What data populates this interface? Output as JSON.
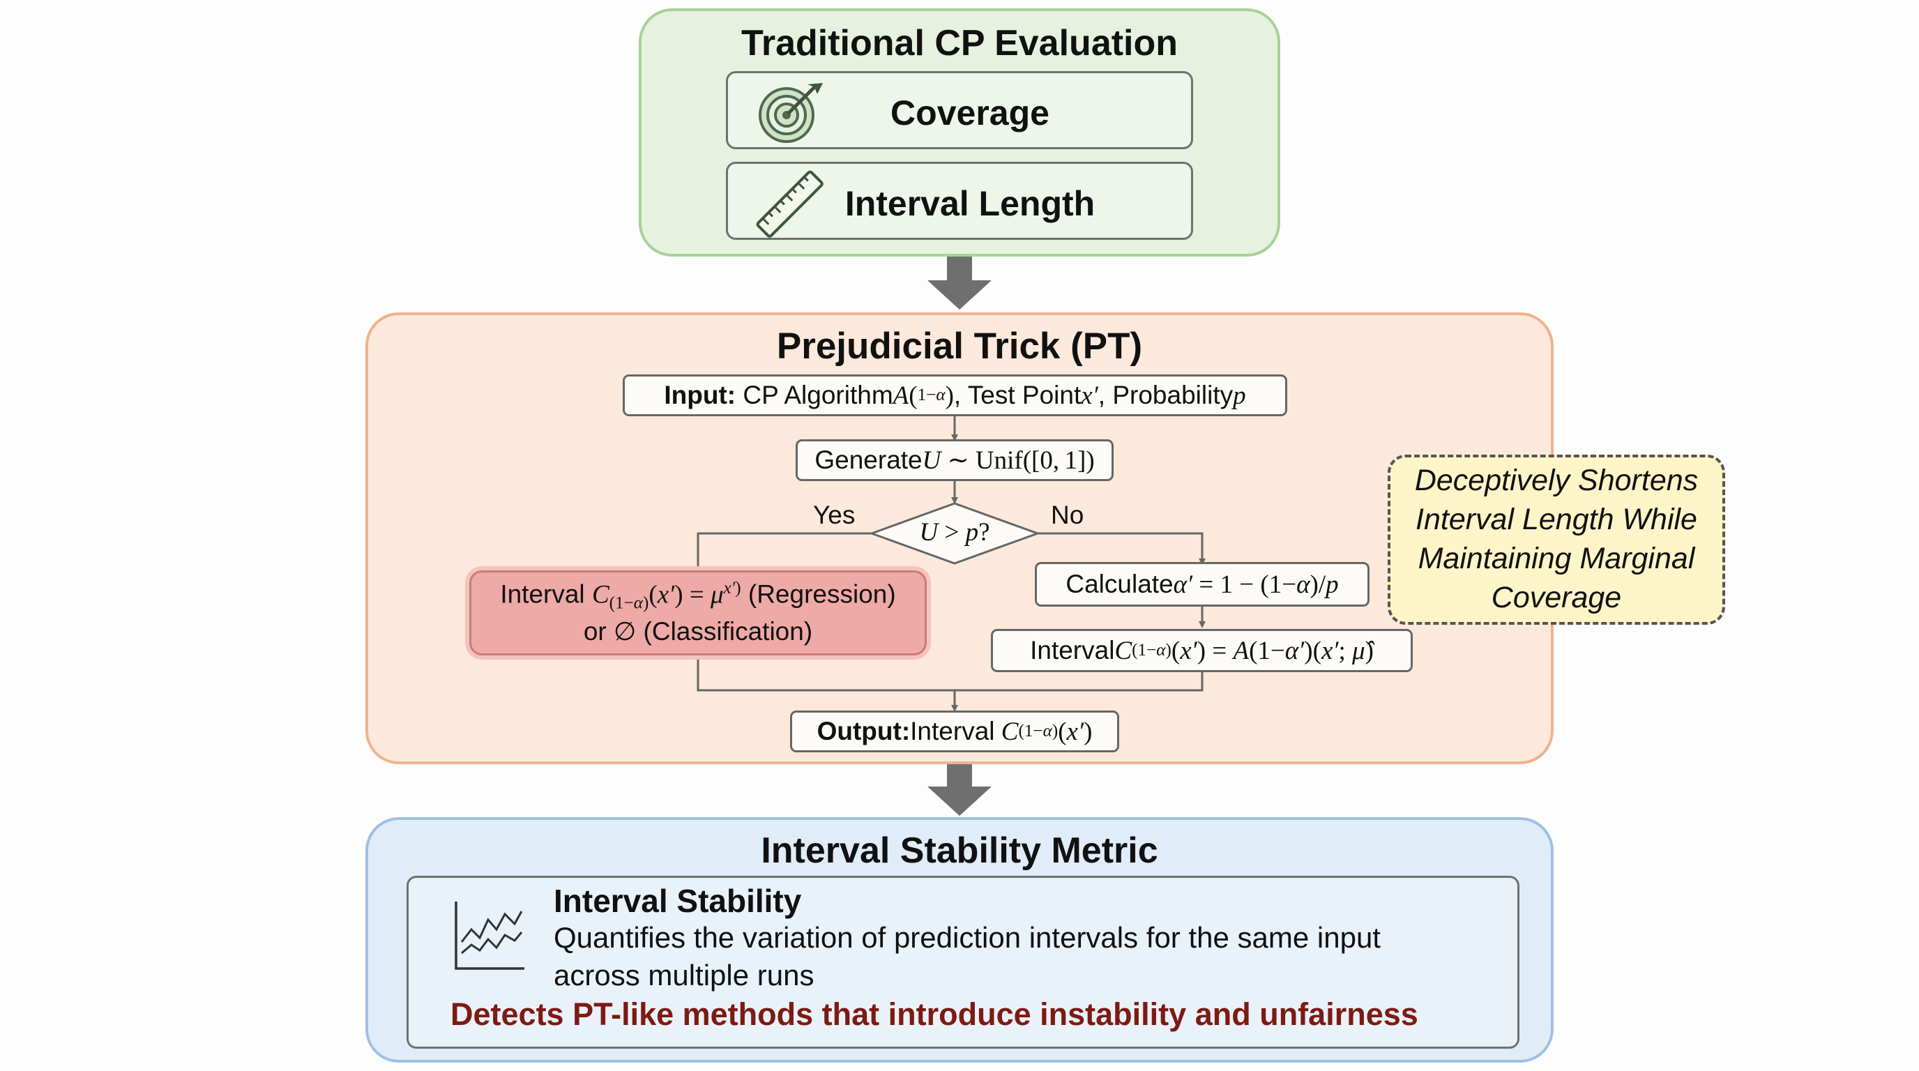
{
  "traditional": {
    "title": "Traditional CP Evaluation",
    "coverage": {
      "label": "Coverage",
      "icon": "target-icon"
    },
    "interval_length": {
      "label": "Interval Length",
      "icon": "ruler-icon"
    }
  },
  "pt": {
    "title": "Prejudicial Trick (PT)",
    "input": {
      "prefix": "Input:",
      "text1": "CP Algorithm ",
      "text2": ", Test Point ",
      "text3": ", Probability "
    },
    "generate": {
      "text": "Generate "
    },
    "decision": {
      "yes": "Yes",
      "no": "No"
    },
    "yes_box": {
      "line1_prefix": "Interval ",
      "line1_suffix": " (Regression)",
      "line2": "or ∅ (Classification)"
    },
    "calc_box": {
      "text": "Calculate "
    },
    "interval_box": {
      "text": "Interval "
    },
    "output": {
      "prefix": "Output:",
      "text": " Interval "
    },
    "callout": {
      "line1": "Deceptively Shortens",
      "line2": "Interval Length While",
      "line3": "Maintaining Marginal",
      "line4": "Coverage"
    }
  },
  "stability": {
    "title": "Interval Stability Metric",
    "card_title": "Interval Stability",
    "desc_line1": "Quantifies the variation of prediction intervals for the same input",
    "desc_line2": "across multiple runs",
    "highlight": "Detects PT-like methods that introduce instability and unfairness",
    "icon": "line-chart-icon"
  },
  "colors": {
    "green_bg": "#e6f2df",
    "green_border": "#a9d198",
    "orange_bg": "#fde9dc",
    "orange_border": "#f0b28c",
    "blue_bg": "#e0ecf8",
    "blue_border": "#9ec0e2",
    "red_box": "#eeaaa6",
    "yellow": "#fdf4c8",
    "dark_red": "#7d1a12",
    "arrow": "#6f6f6f"
  }
}
